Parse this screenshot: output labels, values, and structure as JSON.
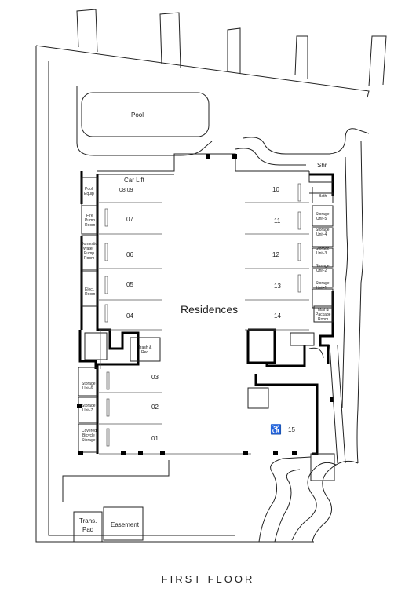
{
  "floor_title": "FIRST FLOOR",
  "central_label": "Residences",
  "rooms": {
    "pool": "Pool",
    "car_lift": "Car Lift",
    "car_lift_spaces": "08,09",
    "shr": "Shr",
    "bath": "Bath",
    "pool_equip_1": "Pool",
    "pool_equip_2": "Equip",
    "fire_pump_1": "Fire",
    "fire_pump_2": "Pump",
    "fire_pump_3": "Room",
    "water_pump_1": "Domestic",
    "water_pump_2": "Water",
    "water_pump_3": "Pump",
    "water_pump_4": "Room",
    "elect_1": "Elect.",
    "elect_2": "Room",
    "trash_1": "Trash &",
    "trash_2": "Rec.",
    "mail_1": "Mail &",
    "mail_2": "Package",
    "mail_3": "Room",
    "storage_left_6_1": "Storage",
    "storage_left_6_2": "Unit-6",
    "storage_left_7_1": "Storage",
    "storage_left_7_2": "Unit-7",
    "bicycle_1": "Covered",
    "bicycle_2": "Bicycle",
    "bicycle_3": "Storage",
    "storage_r5_1": "Storage",
    "storage_r5_2": "Unit-5",
    "storage_r4_1": "Storage",
    "storage_r4_2": "Unit-4",
    "storage_r3_1": "Storage",
    "storage_r3_2": "Unit-3",
    "storage_r2_1": "Storage",
    "storage_r2_2": "Unit-2",
    "storage_r1_1": "Storage",
    "storage_r1_2": "Unit-1",
    "trans_1": "Trans.",
    "trans_2": "Pad",
    "easement": "Easement"
  },
  "parking_spaces": [
    "01",
    "02",
    "03",
    "04",
    "05",
    "06",
    "07",
    "10",
    "11",
    "12",
    "13",
    "14",
    "15"
  ],
  "accessible_symbol": "♿"
}
